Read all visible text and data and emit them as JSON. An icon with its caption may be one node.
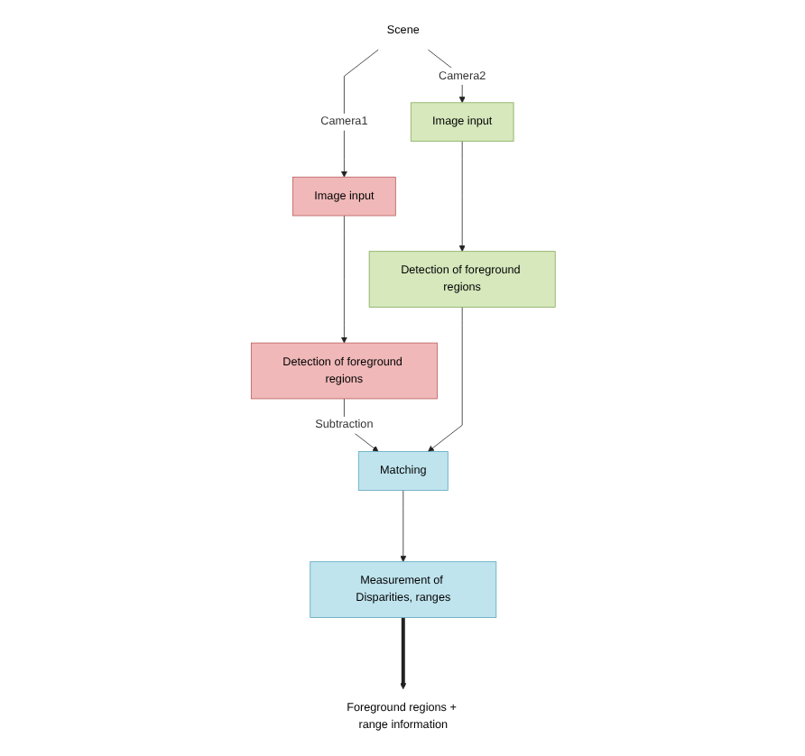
{
  "diagram": {
    "nodes": [
      {
        "text": [
          "Scene"
        ]
      },
      {
        "text": [
          "Image input"
        ]
      },
      {
        "text": [
          "Image input"
        ]
      },
      {
        "text": [
          "Detection of foreground regions"
        ]
      },
      {
        "text": [
          "Detection of foreground regions"
        ]
      },
      {
        "text": [
          "Matching"
        ]
      },
      {
        "text": [
          "Measurement of Disparities, ranges"
        ]
      },
      {
        "text": [
          "Foreground regions + range information"
        ]
      }
    ],
    "edges": [
      {
        "from": 0,
        "to": 1,
        "arrow": "to",
        "label": "Camera1"
      },
      {
        "from": 0,
        "to": 2,
        "arrow": "to",
        "label": "Camera2"
      },
      {
        "from": 1,
        "to": 3,
        "arrow": "to"
      },
      {
        "from": 2,
        "to": 4,
        "arrow": "to"
      },
      {
        "from": 3,
        "to": 5,
        "arrow": "to",
        "label": "Subtraction"
      },
      {
        "from": 4,
        "to": 5,
        "arrow": "to"
      },
      {
        "from": 5,
        "to": 6,
        "arrow": "to"
      },
      {
        "from": 6,
        "to": 7,
        "arrow": "to",
        "style": "thick"
      }
    ]
  }
}
